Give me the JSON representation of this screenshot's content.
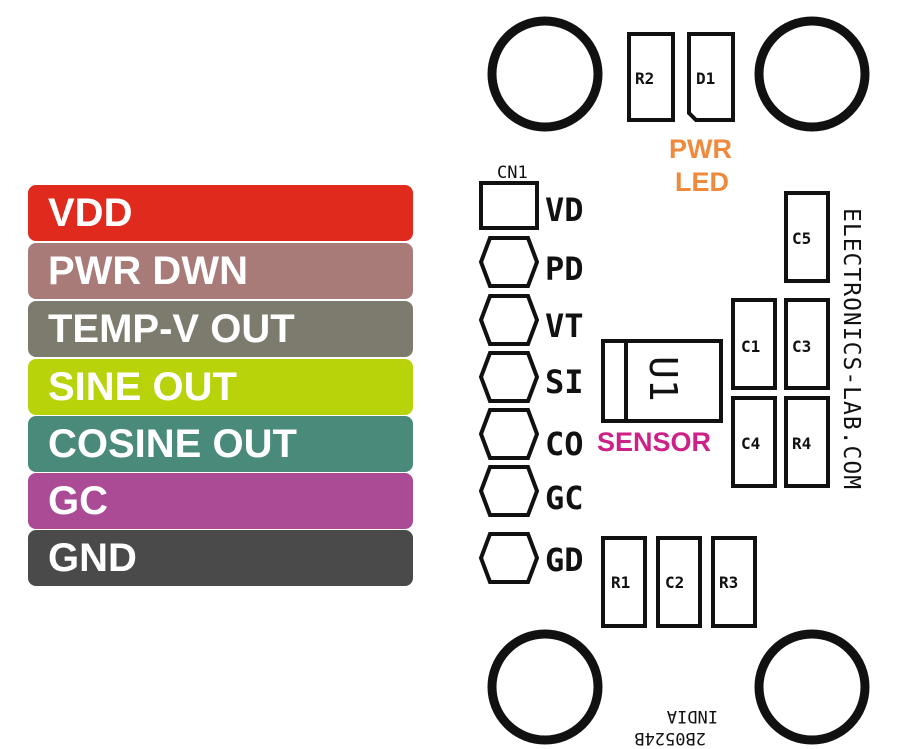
{
  "pin_labels": [
    {
      "text": "VDD",
      "color": "#e02a1e"
    },
    {
      "text": "PWR DWN",
      "color": "#a87a78"
    },
    {
      "text": "TEMP-V OUT",
      "color": "#7d7b6e"
    },
    {
      "text": "SINE OUT",
      "color": "#b8d30a"
    },
    {
      "text": "COSINE OUT",
      "color": "#4a8a7a"
    },
    {
      "text": "GC",
      "color": "#ab4a95"
    },
    {
      "text": "GND",
      "color": "#4a4a4a"
    }
  ],
  "board": {
    "connector_label": "CN1",
    "pin_names": [
      "VD",
      "PD",
      "VT",
      "SI",
      "CO",
      "GC",
      "GD"
    ],
    "components": {
      "r2": "R2",
      "d1": "D1",
      "c5": "C5",
      "c1": "C1",
      "c3": "C3",
      "c4": "C4",
      "r4": "R4",
      "r1": "R1",
      "c2": "C2",
      "r3": "R3",
      "u1": "U1"
    },
    "pwr_led_line1": "PWR",
    "pwr_led_line2": "LED",
    "sensor_label": "SENSOR",
    "brand": "ELECTRONICS-LAB.COM",
    "country": "INDIA",
    "code": "2B0524B",
    "accent_orange": "#ef8a3c",
    "accent_magenta": "#cc2288"
  }
}
